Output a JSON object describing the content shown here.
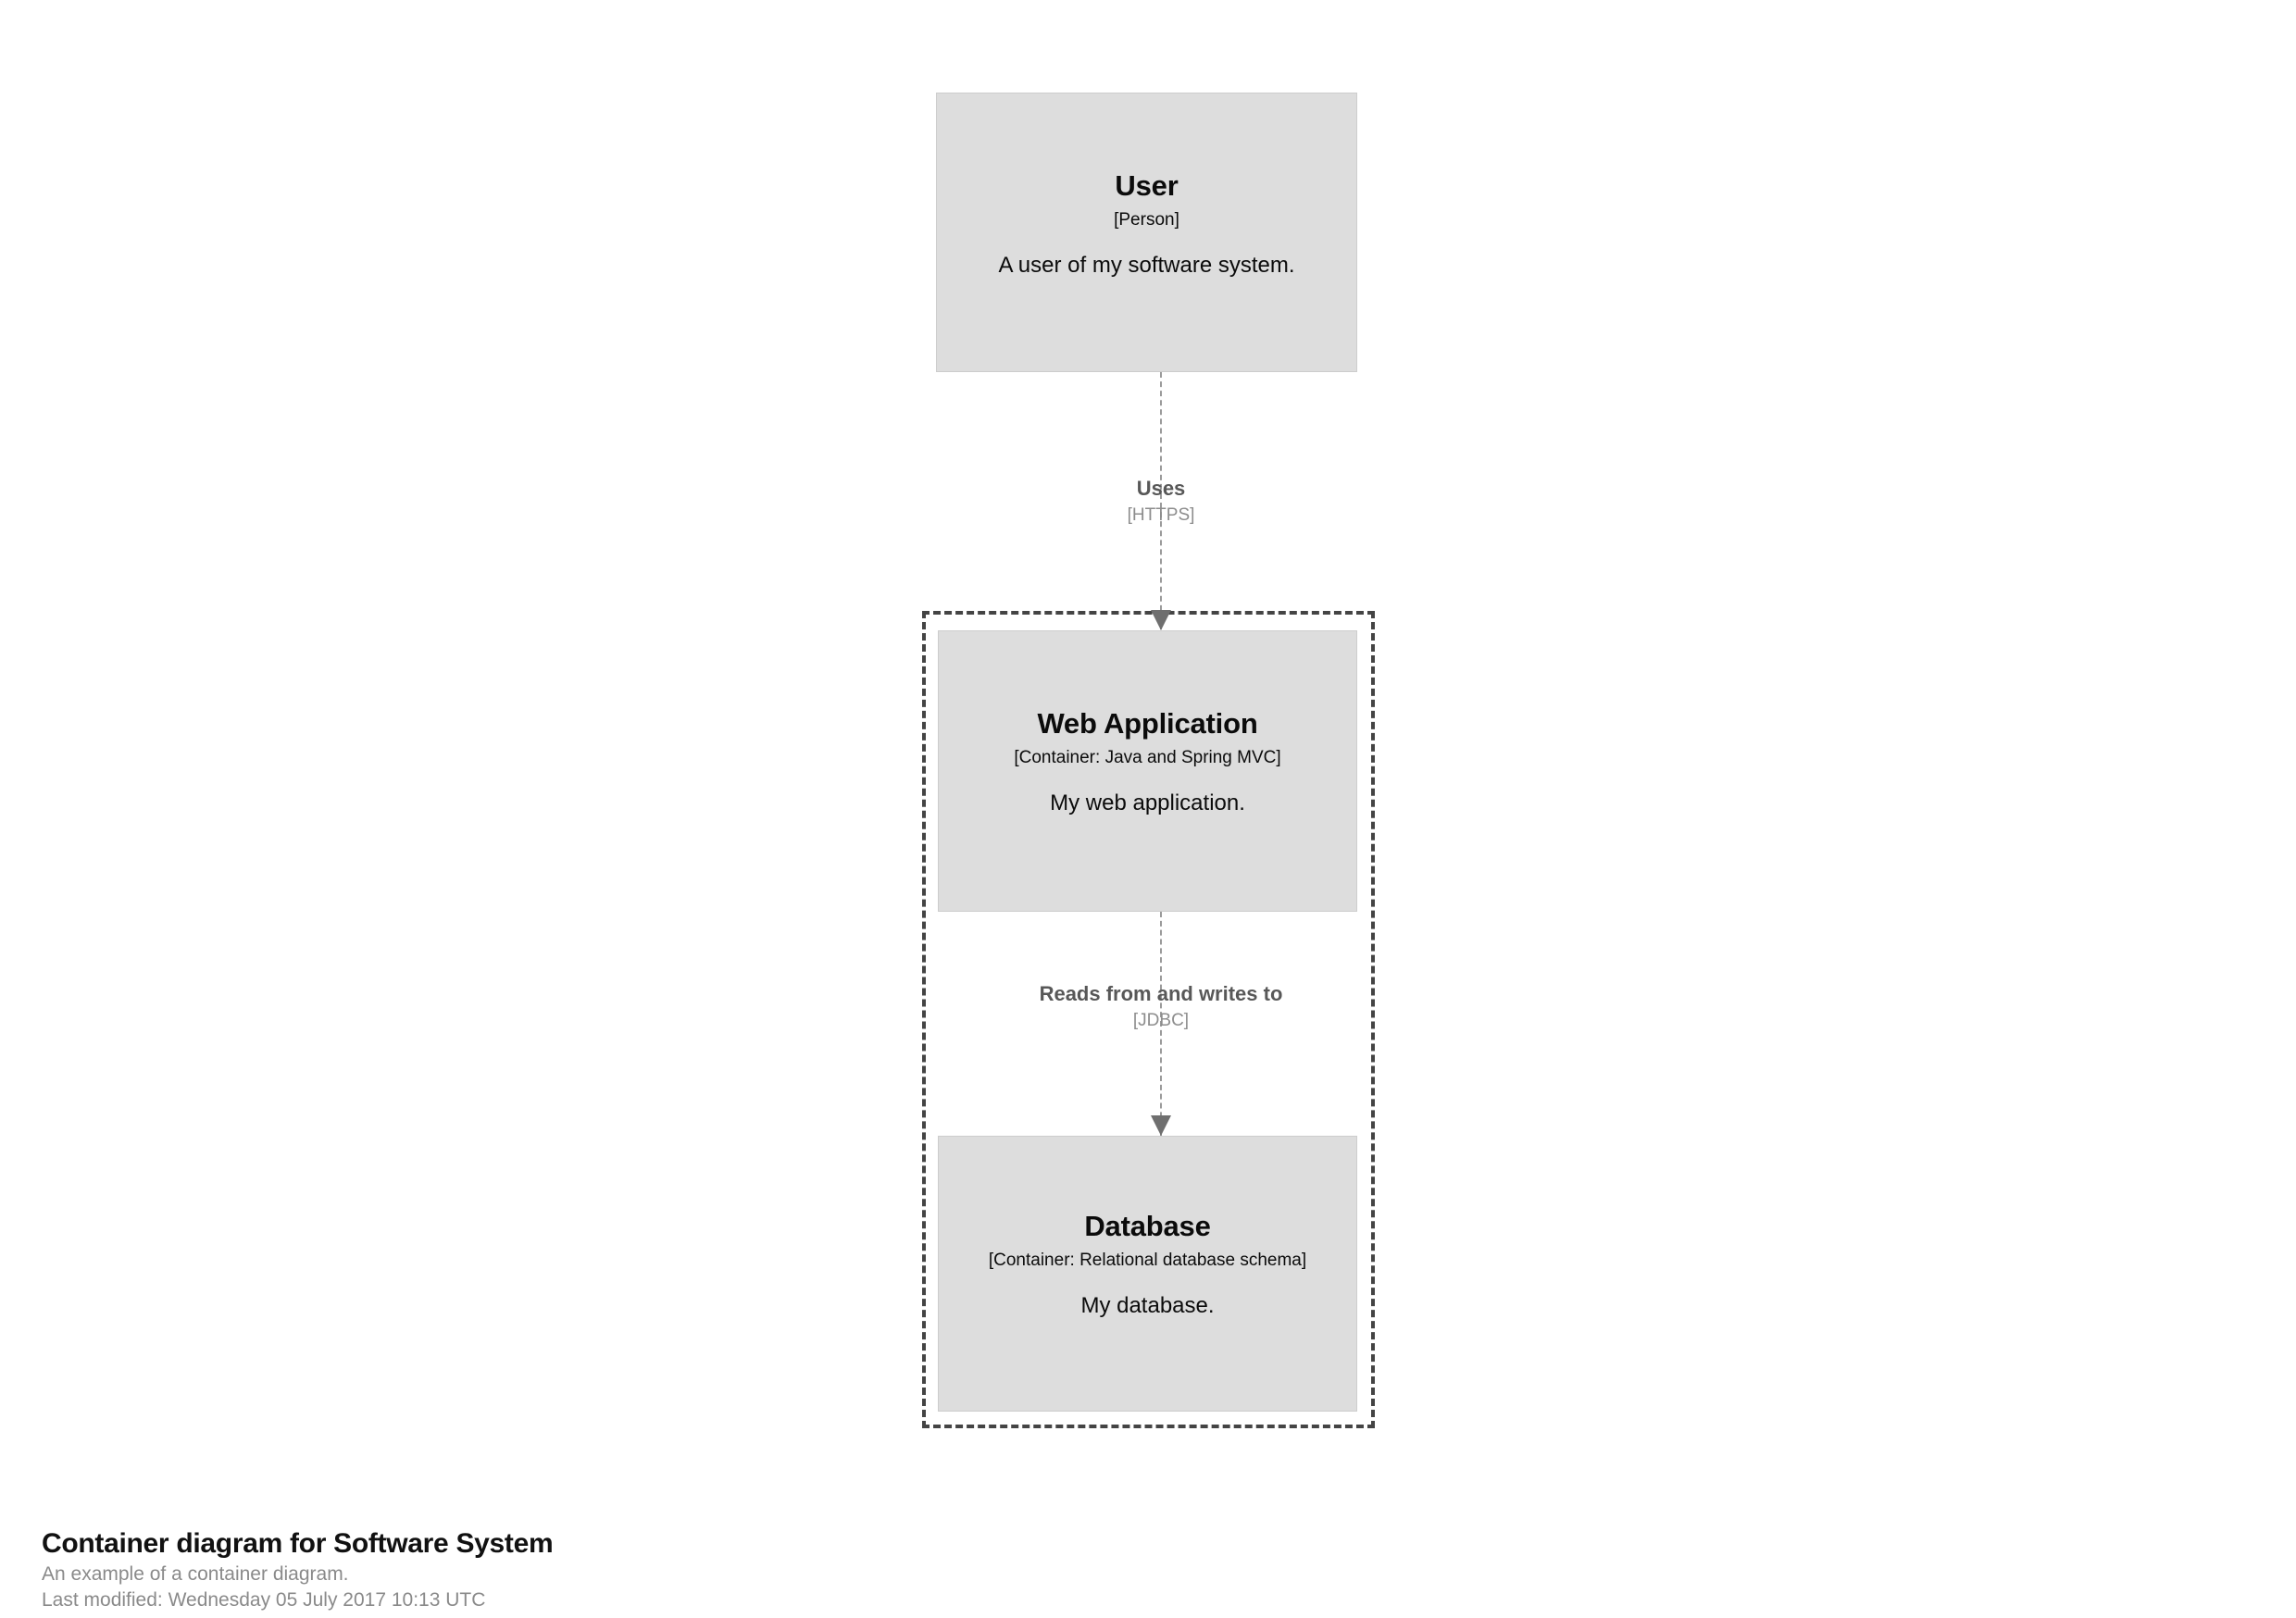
{
  "diagram": {
    "type": "c4-container-diagram",
    "background": "#ffffff",
    "node_fill": "#dddddd",
    "node_border": "#cdcdcd",
    "boundary_stroke": "#444444",
    "relationship_stroke": "#9b9b9b",
    "arrowhead_color": "#6f6f6f",
    "boundary": {
      "name": "software-system-boundary",
      "style": "dashed"
    },
    "nodes": [
      {
        "id": "user",
        "title": "User",
        "tech": "[Person]",
        "description": "A user of my software system."
      },
      {
        "id": "web-application",
        "title": "Web Application",
        "tech": "[Container: Java and Spring MVC]",
        "description": "My web application."
      },
      {
        "id": "database",
        "title": "Database",
        "tech": "[Container: Relational database schema]",
        "description": "My database."
      }
    ],
    "relationships": [
      {
        "id": "user-to-web-application",
        "source": "user",
        "target": "web-application",
        "description": "Uses",
        "technology": "[HTTPS]"
      },
      {
        "id": "web-application-to-database",
        "source": "web-application",
        "target": "database",
        "description": "Reads from and writes to",
        "technology": "[JDBC]"
      }
    ]
  },
  "caption": {
    "title": "Container diagram for Software System",
    "subtitle": "An example of a container diagram.",
    "last_modified": "Last modified: Wednesday 05 July 2017 10:13 UTC"
  }
}
